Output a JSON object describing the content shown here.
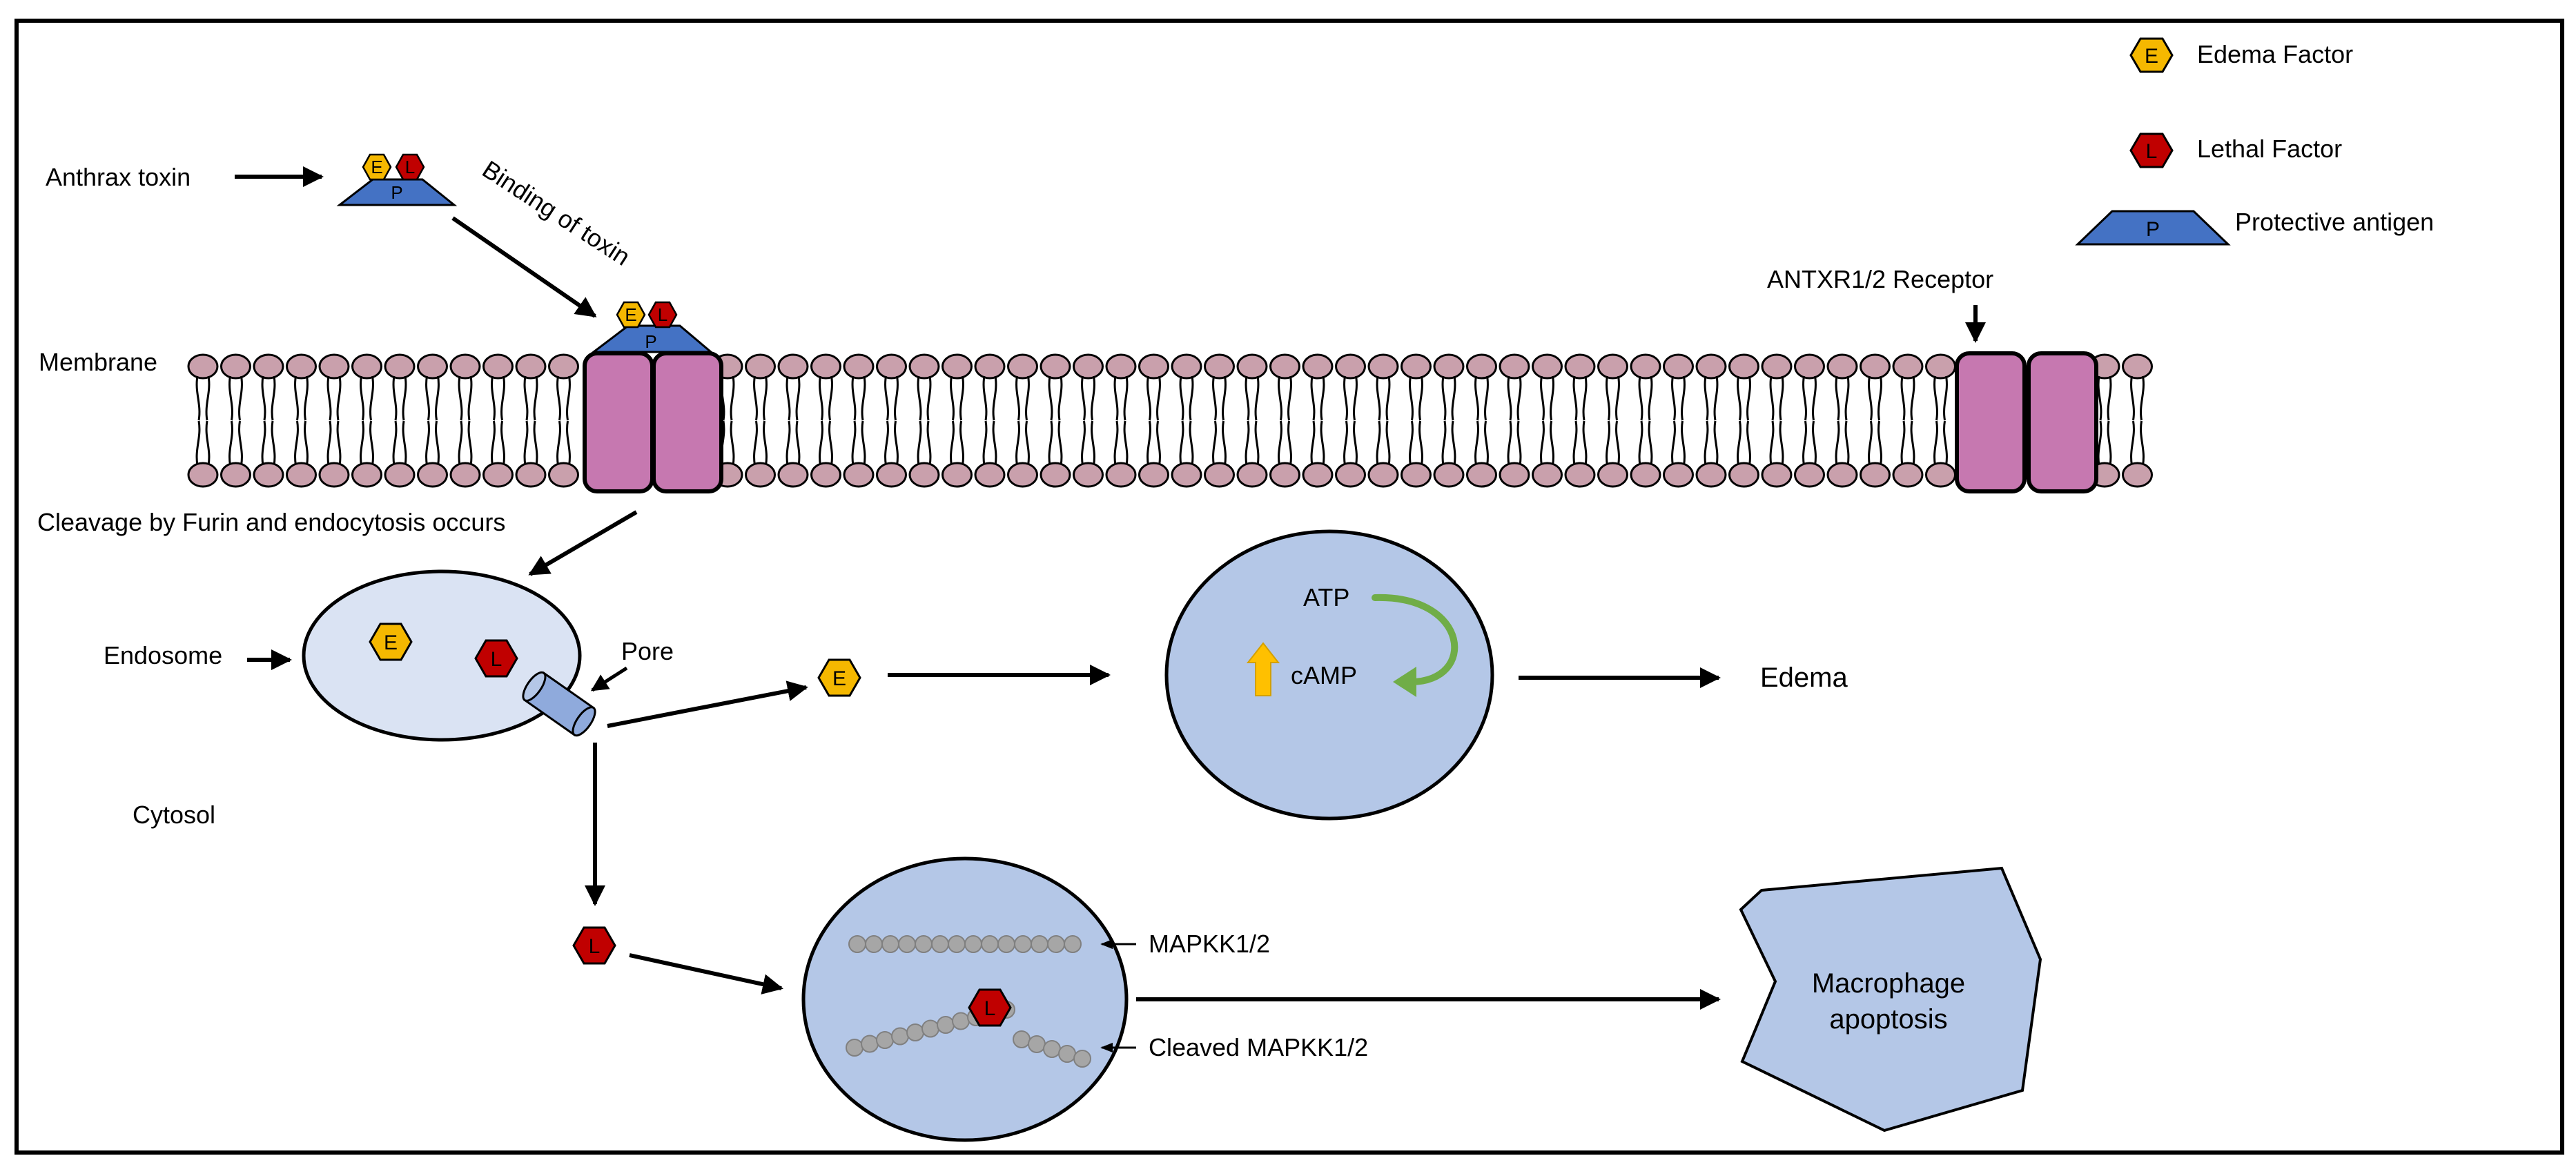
{
  "legend": {
    "edema_factor": "Edema Factor",
    "lethal_factor": "Lethal Factor",
    "protective_antigen": "Protective antigen"
  },
  "badges": {
    "edema": "E",
    "lethal": "L",
    "protective": "P"
  },
  "labels": {
    "anthrax_toxin": "Anthrax toxin",
    "binding_of_toxin": "Binding of toxin",
    "membrane": "Membrane",
    "receptor": "ANTXR1/2 Receptor",
    "cleavage": "Cleavage by Furin and endocytosis occurs",
    "endosome": "Endosome",
    "pore": "Pore",
    "cytosol": "Cytosol",
    "atp": "ATP",
    "camp": "cAMP",
    "edema": "Edema",
    "mapkk": "MAPKK1/2",
    "cleaved_mapkk": "Cleaved MAPKK1/2",
    "macrophage_line1": "Macrophage",
    "macrophage_line2": "apoptosis"
  },
  "colors": {
    "edema_factor": "#F5B800",
    "lethal_factor": "#C00000",
    "protective_antigen": "#4472C4",
    "receptor": "#C678B0",
    "lipid_head": "#C9A0AC",
    "cell_fill": "#B4C7E7",
    "endosome_fill": "#DAE3F3",
    "cycle_arrow": "#70AD47",
    "up_arrow": "#FFC000",
    "mapkk_bead": "#A6A6A6"
  }
}
